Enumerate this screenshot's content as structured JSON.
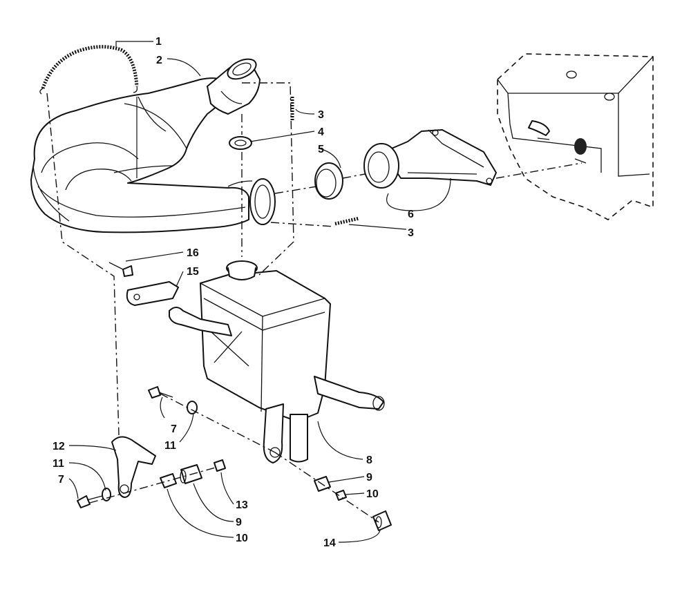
{
  "callouts": [
    {
      "id": "c1",
      "label": "1"
    },
    {
      "id": "c2",
      "label": "2"
    },
    {
      "id": "c3a",
      "label": "3"
    },
    {
      "id": "c4",
      "label": "4"
    },
    {
      "id": "c5",
      "label": "5"
    },
    {
      "id": "c6",
      "label": "6"
    },
    {
      "id": "c3b",
      "label": "3"
    },
    {
      "id": "c16",
      "label": "16"
    },
    {
      "id": "c15",
      "label": "15"
    },
    {
      "id": "c7a",
      "label": "7"
    },
    {
      "id": "c11a",
      "label": "11"
    },
    {
      "id": "c8",
      "label": "8"
    },
    {
      "id": "c12",
      "label": "12"
    },
    {
      "id": "c11b",
      "label": "11"
    },
    {
      "id": "c7b",
      "label": "7"
    },
    {
      "id": "c13",
      "label": "13"
    },
    {
      "id": "c9a",
      "label": "9"
    },
    {
      "id": "c10a",
      "label": "10"
    },
    {
      "id": "c9b",
      "label": "9"
    },
    {
      "id": "c10b",
      "label": "10"
    },
    {
      "id": "c14",
      "label": "14"
    }
  ]
}
